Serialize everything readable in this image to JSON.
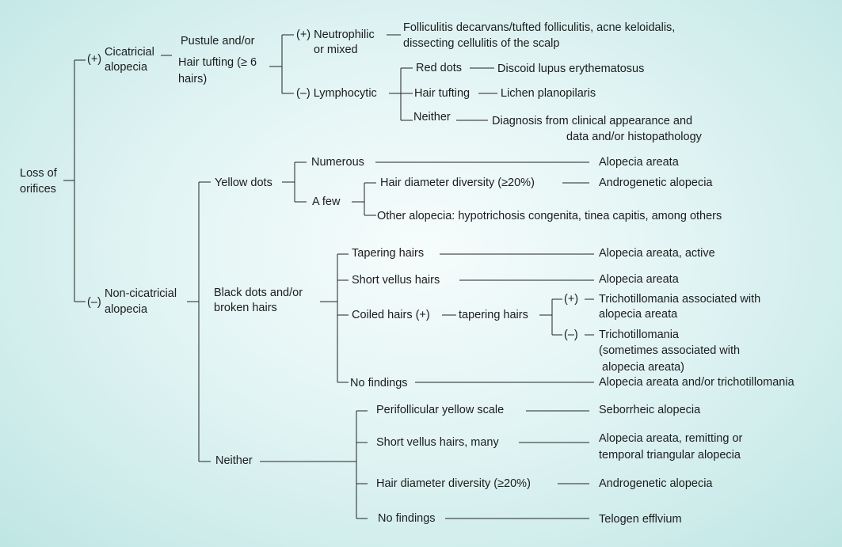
{
  "root": {
    "line1": "Loss of",
    "line2": "orifices"
  },
  "cicatricial": {
    "sign": "(+)",
    "line1": "Cicatricial",
    "line2": "alopecia",
    "criteria": {
      "line1": "Pustule and/or",
      "line2": "Hair tufting (≥ 6",
      "line3": "hairs)"
    },
    "neutrophilic": {
      "line1": "(+) Neutrophilic",
      "line2": "or mixed",
      "result": {
        "line1": "Folliculitis decarvans/tufted folliculitis, acne keloidalis,",
        "line2": "dissecting cellulitis of the scalp"
      }
    },
    "lymphocytic": {
      "label": "(–) Lymphocytic",
      "red_dots": "Red dots",
      "red_dots_result": "Discoid lupus erythematosus",
      "hair_tufting": "Hair tufting",
      "hair_tufting_result": "Lichen planopilaris",
      "neither": "Neither",
      "neither_result": {
        "line1": "Diagnosis from clinical appearance and",
        "line2": "data and/or histopathology"
      }
    }
  },
  "noncicatricial": {
    "sign": "(–)",
    "line1": "Non-cicatricial",
    "line2": "alopecia",
    "yellow_dots": {
      "label": "Yellow dots",
      "numerous": "Numerous",
      "numerous_result": "Alopecia areata",
      "a_few": "A few",
      "hair_diameter": "Hair diameter diversity (≥20%)",
      "hair_diameter_result": "Androgenetic alopecia",
      "other": "Other alopecia: hypotrichosis congenita, tinea capitis, among others"
    },
    "black_dots": {
      "line1": "Black dots and/or",
      "line2": "broken hairs",
      "tapering": "Tapering hairs",
      "tapering_result": "Alopecia areata, active",
      "short_vellus": "Short vellus hairs",
      "short_vellus_result": "Alopecia areata",
      "coiled": "Coiled hairs (+)",
      "coiled_tapering": "tapering hairs",
      "plus": "(+)",
      "plus_result": {
        "line1": "Trichotillomania associated with",
        "line2": "alopecia areata"
      },
      "minus": "(–)",
      "minus_result": {
        "line1": "Trichotillomania",
        "line2": "(sometimes associated with",
        "line3": " alopecia areata)"
      },
      "no_findings": "No findings",
      "no_findings_result": "Alopecia areata and/or trichotillomania"
    },
    "neither": {
      "label": "Neither",
      "perifollicular": "Perifollicular yellow scale",
      "perifollicular_result": "Seborrheic alopecia",
      "short_vellus_many": "Short vellus hairs, many",
      "short_vellus_many_result": {
        "line1": "Alopecia areata, remitting or",
        "line2": "temporal triangular alopecia"
      },
      "hair_diameter": "Hair diameter diversity (≥20%)",
      "hair_diameter_result": "Androgenetic alopecia",
      "no_findings": "No findings",
      "no_findings_result": "Telogen efflvium"
    }
  }
}
